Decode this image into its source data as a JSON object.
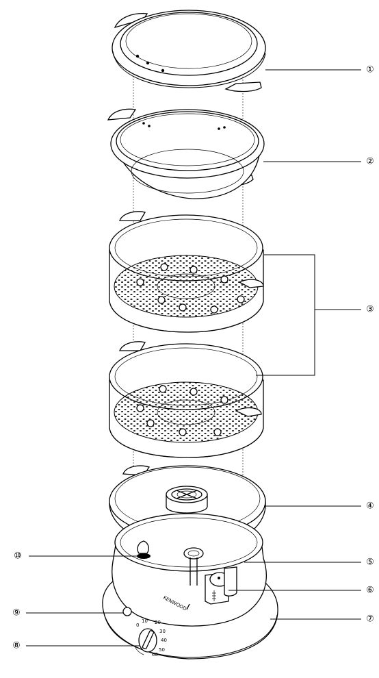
{
  "callouts": [
    {
      "id": "1",
      "label": "①"
    },
    {
      "id": "2",
      "label": "②"
    },
    {
      "id": "3",
      "label": "③"
    },
    {
      "id": "4",
      "label": "④"
    },
    {
      "id": "5",
      "label": "⑤"
    },
    {
      "id": "6",
      "label": "⑥"
    },
    {
      "id": "7",
      "label": "⑦"
    },
    {
      "id": "8",
      "label": "⑧"
    },
    {
      "id": "9",
      "label": "⑨"
    },
    {
      "id": "10",
      "label": "⑩"
    }
  ],
  "base": {
    "brand": "KENWOOD",
    "timer_marks": [
      "0",
      "10",
      "20",
      "30",
      "40",
      "50",
      "60"
    ]
  },
  "colors": {
    "line": "#000000",
    "background": "#ffffff"
  }
}
